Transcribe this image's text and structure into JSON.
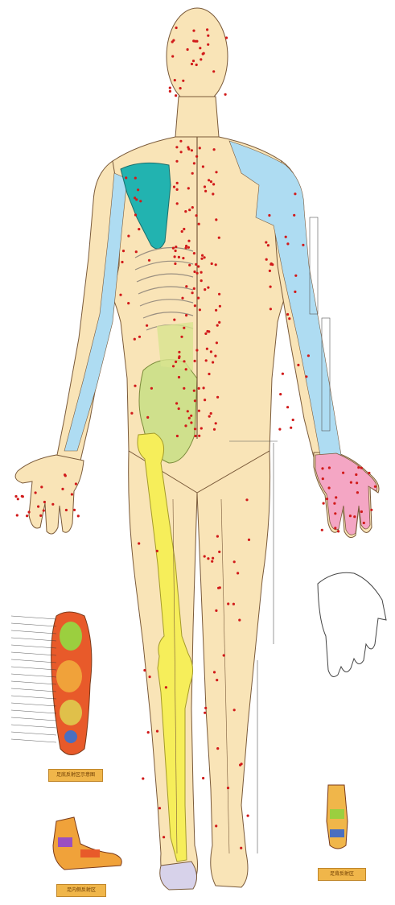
{
  "colors": {
    "skin": "#f9e4b7",
    "outline": "#7a5a3a",
    "meridian_blue": "#aedcf2",
    "scapula": "#22b3b0",
    "pelvis": "#cfe08c",
    "bone_yellow": "#f6ee5a",
    "hand_pink": "#f4a6c4",
    "heel_lavender": "#d7d2ea",
    "acupoint": "#d11a1a"
  },
  "captions": {
    "sole_chart": "足底反射区示意图",
    "side_foot_chart": "足内侧反射区",
    "top_foot_chart": "足背反射区"
  }
}
